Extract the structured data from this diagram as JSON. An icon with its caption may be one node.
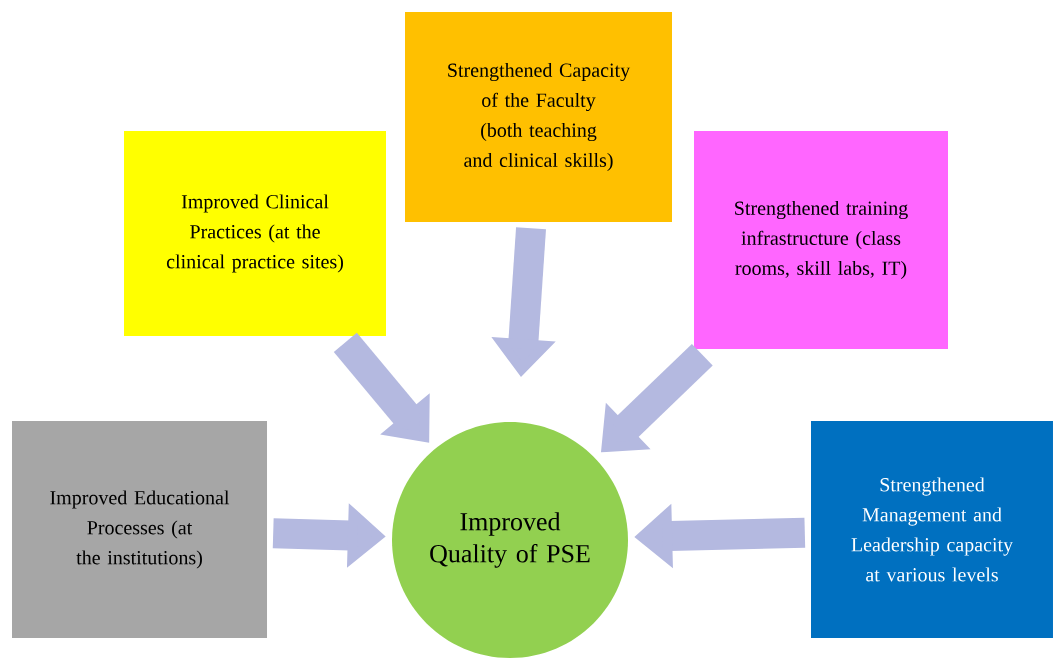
{
  "diagram": {
    "nodes": [
      {
        "text": [
          "Improved Clinical Practices (at the clinical practice sites)"
        ]
      },
      {
        "text": [
          "Strengthened Capacity of the Faculty (both teaching and clinical skills)"
        ]
      },
      {
        "text": [
          "Strengthened training infrastructure (class rooms, skill labs, IT)"
        ]
      },
      {
        "text": [
          "Improved Educational Processes (at the institutions)"
        ]
      },
      {
        "text": [
          "Improved Quality of PSE"
        ]
      },
      {
        "text": [
          "Strengthened Management and Leadership capacity at various levels"
        ]
      }
    ],
    "edges": [
      {
        "from": 0,
        "to": 4,
        "arrow": "to"
      },
      {
        "from": 1,
        "to": 4,
        "arrow": "to"
      },
      {
        "from": 2,
        "to": 4,
        "arrow": "to"
      },
      {
        "from": 3,
        "to": 4,
        "arrow": "to"
      },
      {
        "from": 5,
        "to": 4,
        "arrow": "to"
      }
    ]
  }
}
